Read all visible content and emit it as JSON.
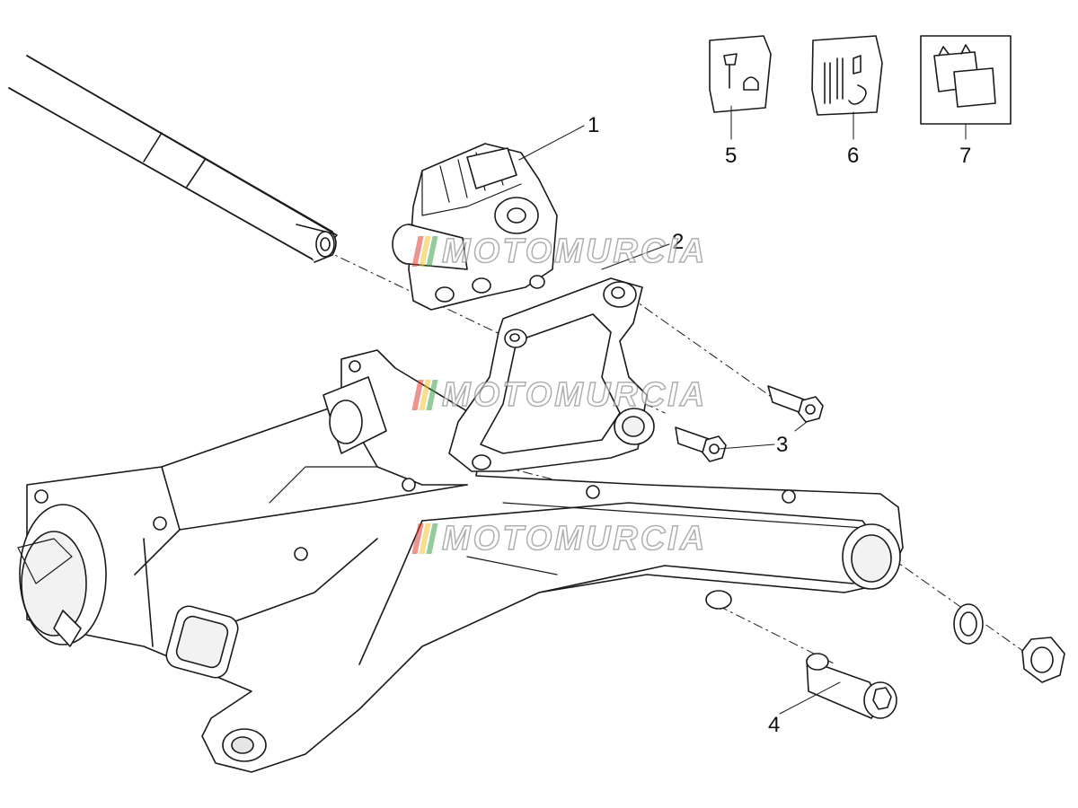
{
  "diagram": {
    "callouts": [
      {
        "id": "1",
        "label": "1"
      },
      {
        "id": "2",
        "label": "2"
      },
      {
        "id": "3",
        "label": "3"
      },
      {
        "id": "4",
        "label": "4"
      },
      {
        "id": "5",
        "label": "5"
      },
      {
        "id": "6",
        "label": "6"
      },
      {
        "id": "7",
        "label": "7"
      }
    ],
    "parts": [
      "axle",
      "brake-caliper",
      "caliper-bracket",
      "bracket-bolt-upper",
      "bracket-bolt-lower",
      "swingarm",
      "swingarm-pivot-bolt",
      "washer",
      "nut",
      "caliper-pin-kit",
      "bleed-screw-kit",
      "brake-pads"
    ]
  },
  "watermark": {
    "text": "MOTOMURCIA",
    "stripe_colors": [
      "#e03a2f",
      "#f2c230",
      "#3aa04a"
    ]
  },
  "colors": {
    "line": "#1a1a1a",
    "fill": "#ffffff",
    "light": "#f2f2f2",
    "mid": "#e6e6e6"
  }
}
